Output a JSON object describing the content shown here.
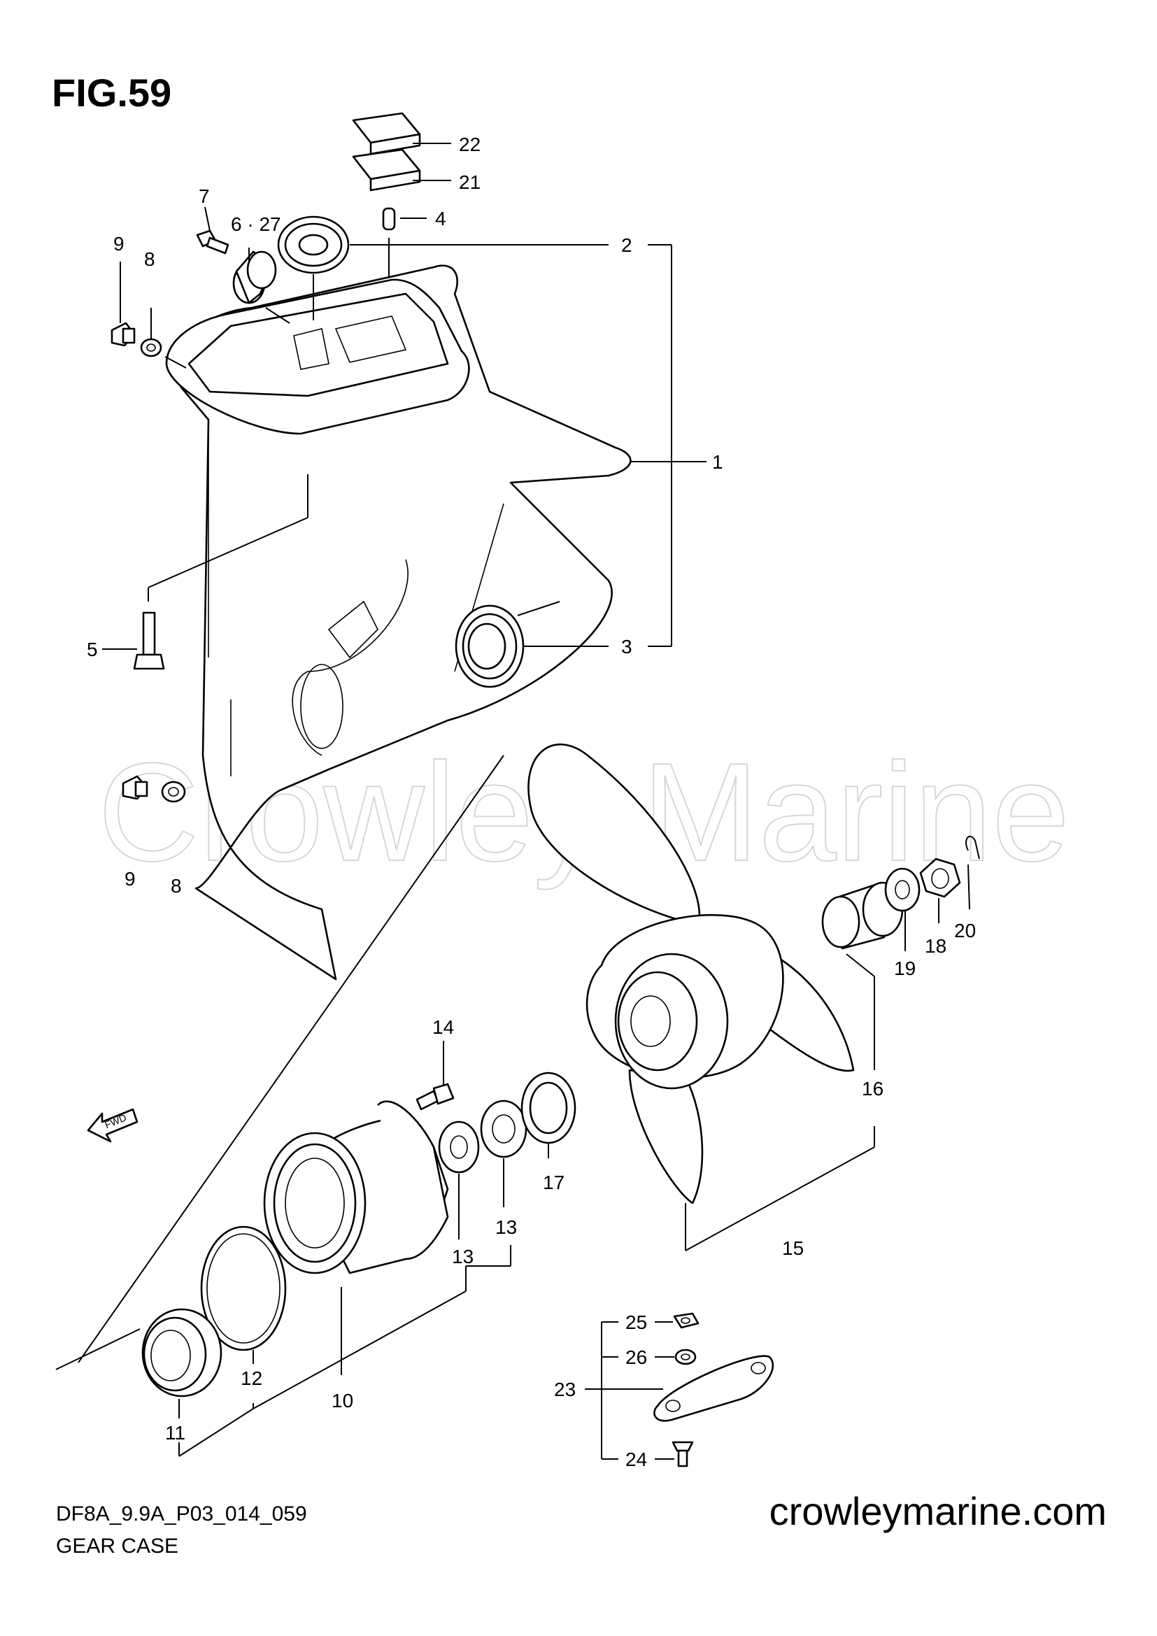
{
  "figure": {
    "title": "FIG.59"
  },
  "watermark": "Crowley Marine",
  "fwd_label": "FWD",
  "callouts": [
    "1",
    "2",
    "3",
    "4",
    "5",
    "6 · 27",
    "7",
    "8",
    "9",
    "8",
    "9",
    "10",
    "11",
    "12",
    "13",
    "13",
    "14",
    "15",
    "16",
    "17",
    "18",
    "19",
    "20",
    "21",
    "22",
    "23",
    "24",
    "25",
    "26"
  ],
  "footer": {
    "code": "DF8A_9.9A_P03_014_059",
    "caption": "GEAR CASE",
    "website": "crowleymarine.com"
  }
}
